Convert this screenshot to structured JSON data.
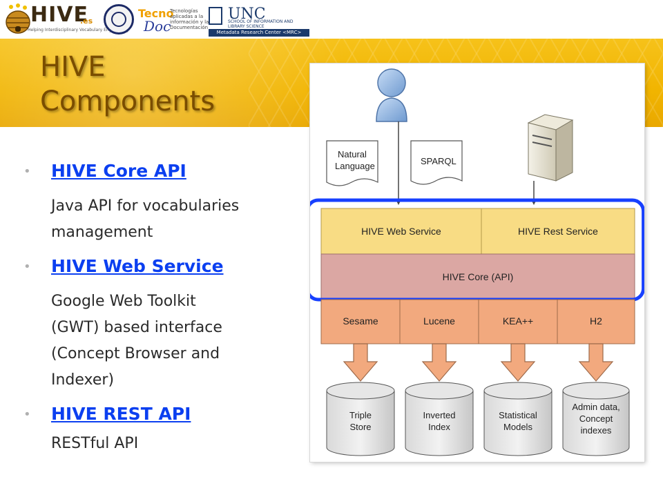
{
  "slide": {
    "title_line1": "HIVE",
    "title_line2": "Components"
  },
  "logos": {
    "hive": "HIVE",
    "hive_suffix": ".es",
    "hive_tagline": "Helping Interdisciplinary Vocabulary Engineering",
    "tecnodoc_word": "Tecno",
    "tecnodoc_doc": "Doc",
    "tecnodoc_tagline": "Tecnologías aplicadas a la información y la Documentación",
    "unc": "UNC",
    "unc_tagline": "SCHOOL OF INFORMATION AND LIBRARY SCIENCE",
    "mrc": "Metadata Research Center <MRC>"
  },
  "items": [
    {
      "link": "HIVE Core API",
      "desc_lines": [
        "Java API for vocabularies",
        "management"
      ]
    },
    {
      "link": "HIVE Web Service",
      "desc_lines": [
        "Google Web Toolkit",
        "(GWT) based interface",
        "(Concept Browser and",
        "Indexer)"
      ]
    },
    {
      "link": "HIVE REST API",
      "desc_lines": [
        "RESTful API"
      ]
    }
  ],
  "diagram": {
    "doc1": [
      "Natural",
      "Language"
    ],
    "doc2": "SPARQL",
    "web_service": "HIVE Web Service",
    "rest_service": "HIVE Rest Service",
    "core": "HIVE Core (API)",
    "backends": [
      "Sesame",
      "Lucene",
      "KEA++",
      "H2"
    ],
    "stores": [
      [
        "Triple",
        "Store"
      ],
      [
        "Inverted",
        "Index"
      ],
      [
        "Statistical",
        "Models"
      ],
      [
        "Admin data,",
        "Concept",
        "indexes"
      ]
    ],
    "colors": {
      "service_fill": "#f8dc84",
      "core_fill": "#dba7a3",
      "backend_fill": "#f2a97e",
      "highlight": "#1740ff"
    }
  }
}
